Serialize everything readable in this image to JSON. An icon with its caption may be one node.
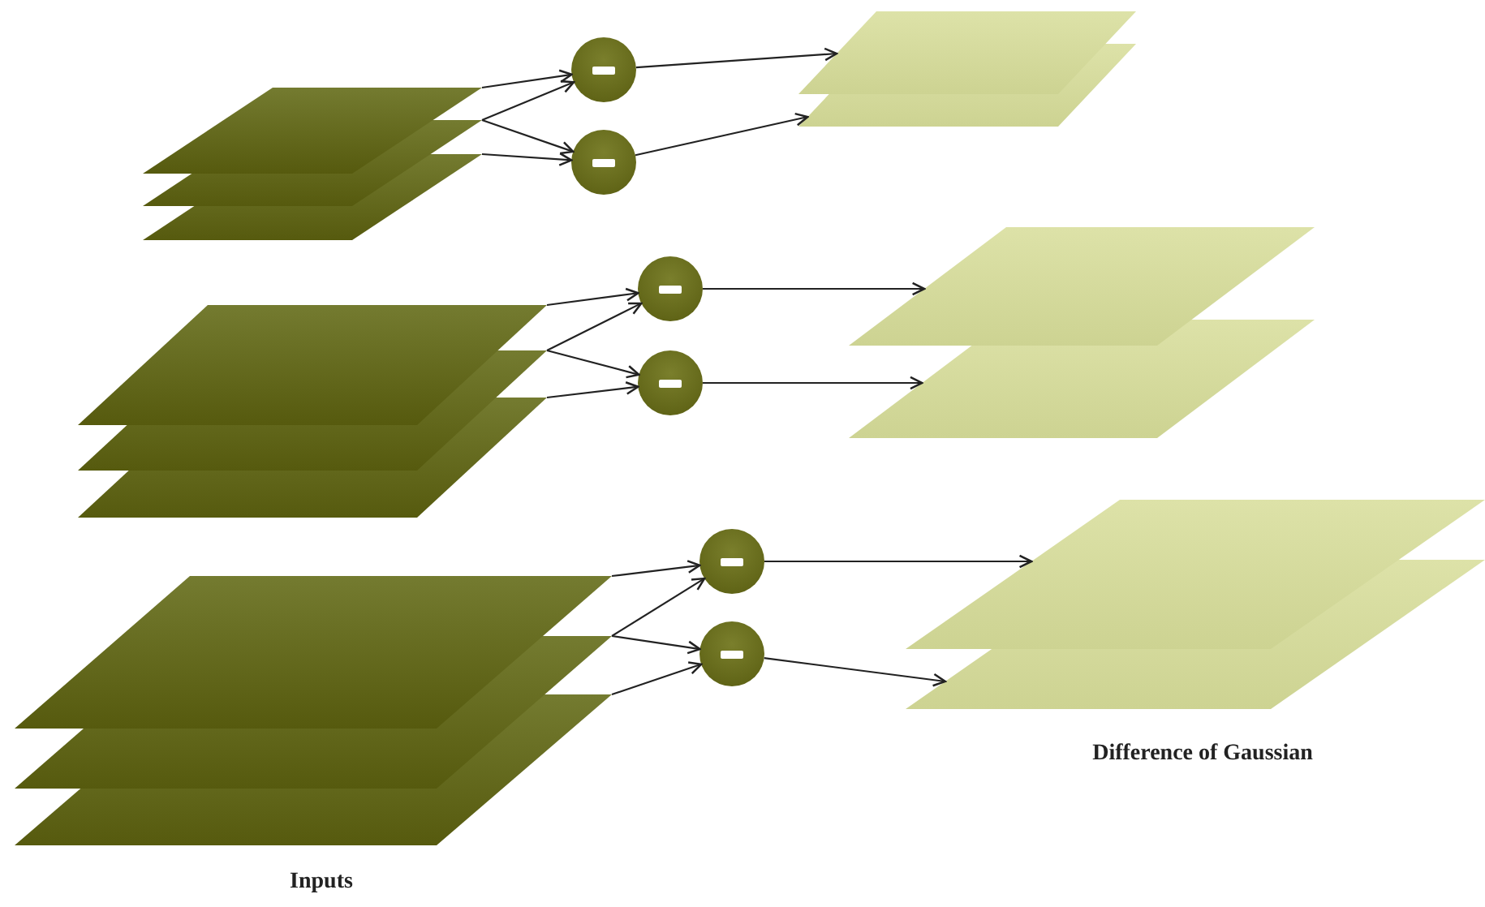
{
  "diagram": {
    "nodes": [
      {
        "text": [],
        "shape": "parallelogram"
      },
      {
        "text": [],
        "shape": "parallelogram"
      },
      {
        "text": [],
        "shape": "parallelogram"
      },
      {
        "text": [],
        "shape": "circle"
      },
      {
        "text": [],
        "shape": "circle"
      },
      {
        "text": [],
        "shape": "parallelogram"
      },
      {
        "text": [],
        "shape": "parallelogram"
      },
      {
        "text": [],
        "shape": "parallelogram"
      },
      {
        "text": [],
        "shape": "parallelogram"
      },
      {
        "text": [],
        "shape": "parallelogram"
      },
      {
        "text": [],
        "shape": "circle"
      },
      {
        "text": [],
        "shape": "circle"
      },
      {
        "text": [],
        "shape": "parallelogram"
      },
      {
        "text": [],
        "shape": "parallelogram"
      },
      {
        "text": [],
        "shape": "parallelogram"
      },
      {
        "text": [],
        "shape": "parallelogram"
      },
      {
        "text": [],
        "shape": "parallelogram"
      },
      {
        "text": [],
        "shape": "circle"
      },
      {
        "text": [],
        "shape": "circle"
      },
      {
        "text": [],
        "shape": "parallelogram"
      },
      {
        "text": [],
        "shape": "parallelogram"
      }
    ],
    "edges": [
      {
        "from": 0,
        "to": 3,
        "arrow": "to"
      },
      {
        "from": 1,
        "to": 3,
        "arrow": "to"
      },
      {
        "from": 1,
        "to": 4,
        "arrow": "to"
      },
      {
        "from": 2,
        "to": 4,
        "arrow": "to"
      },
      {
        "from": 3,
        "to": 5,
        "arrow": "to"
      },
      {
        "from": 4,
        "to": 6,
        "arrow": "to"
      },
      {
        "from": 7,
        "to": 10,
        "arrow": "to"
      },
      {
        "from": 8,
        "to": 10,
        "arrow": "to"
      },
      {
        "from": 8,
        "to": 11,
        "arrow": "to"
      },
      {
        "from": 9,
        "to": 11,
        "arrow": "to"
      },
      {
        "from": 10,
        "to": 12,
        "arrow": "to"
      },
      {
        "from": 11,
        "to": 13,
        "arrow": "to"
      },
      {
        "from": 14,
        "to": 17,
        "arrow": "to"
      },
      {
        "from": 15,
        "to": 17,
        "arrow": "to"
      },
      {
        "from": 15,
        "to": 18,
        "arrow": "to"
      },
      {
        "from": 16,
        "to": 18,
        "arrow": "to"
      },
      {
        "from": 17,
        "to": 19,
        "arrow": "to"
      },
      {
        "from": 18,
        "to": 20,
        "arrow": "to"
      }
    ],
    "labels": [
      "Difference of Gaussian",
      "Inputs"
    ]
  }
}
